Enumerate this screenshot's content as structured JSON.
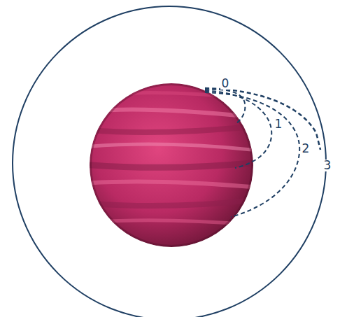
{
  "diagram": {
    "labels": [
      "0",
      "1",
      "2",
      "3"
    ]
  }
}
